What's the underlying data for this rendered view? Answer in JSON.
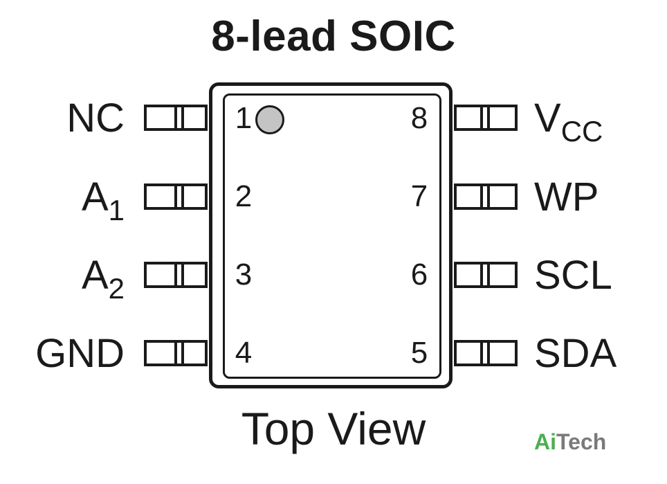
{
  "title": "8-lead SOIC",
  "subtitle": "Top View",
  "brand": {
    "part1": "Ai",
    "part2": "Tech"
  },
  "pins": {
    "p1": {
      "number": "1",
      "name": "NC",
      "sub": ""
    },
    "p2": {
      "number": "2",
      "name": "A",
      "sub": "1"
    },
    "p3": {
      "number": "3",
      "name": "A",
      "sub": "2"
    },
    "p4": {
      "number": "4",
      "name": "GND",
      "sub": ""
    },
    "p5": {
      "number": "5",
      "name": "SDA",
      "sub": ""
    },
    "p6": {
      "number": "6",
      "name": "SCL",
      "sub": ""
    },
    "p7": {
      "number": "7",
      "name": "WP",
      "sub": ""
    },
    "p8": {
      "number": "8",
      "name": "V",
      "sub": "CC"
    }
  }
}
